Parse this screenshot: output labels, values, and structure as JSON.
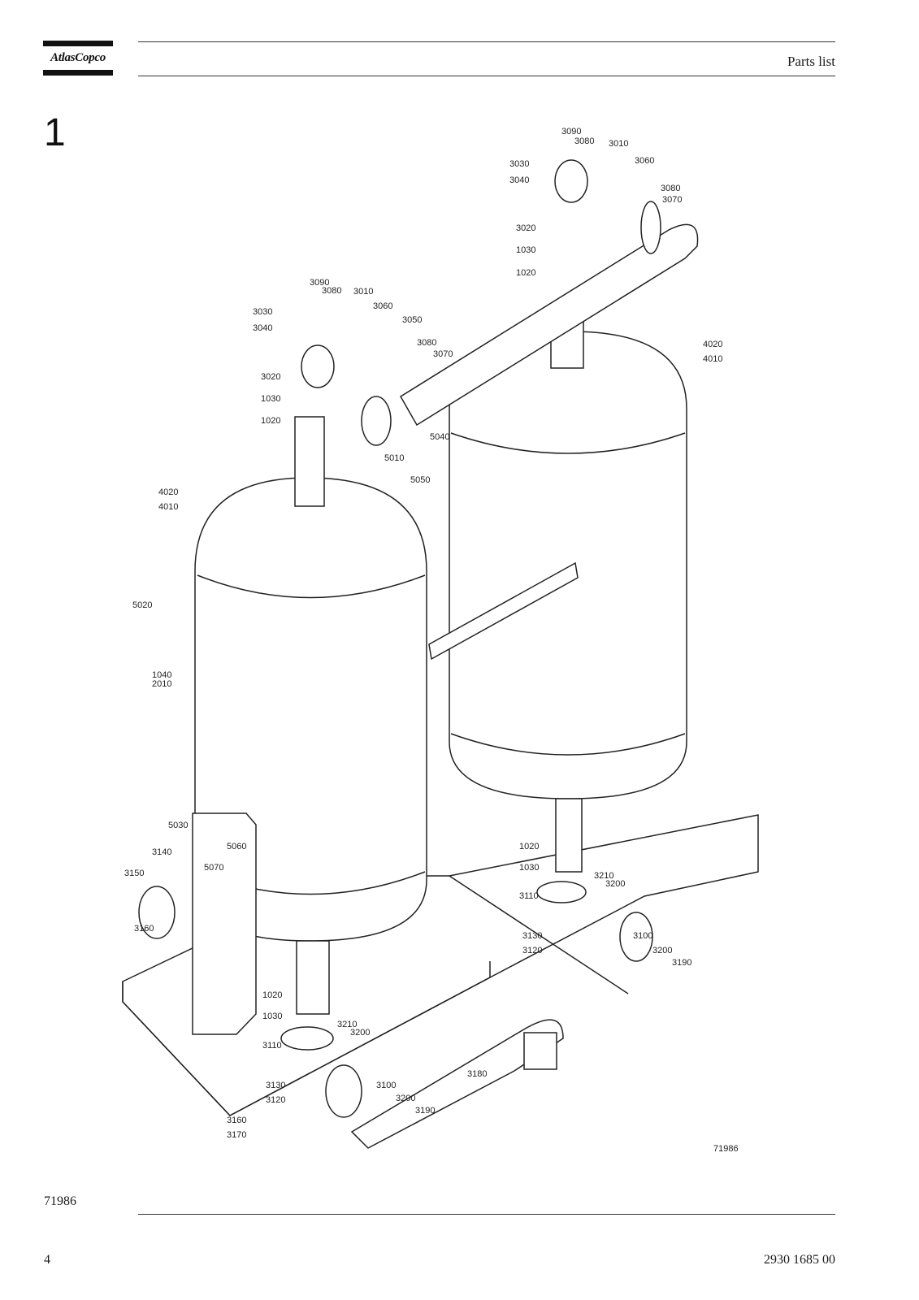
{
  "header": {
    "logo_text": "AtlasCopco",
    "title": "Parts list"
  },
  "section_number": "1",
  "figure": {
    "id_label": "71986",
    "callouts": [
      "3090",
      "3080",
      "3010",
      "3060",
      "3030",
      "3040",
      "3080",
      "3070",
      "3020",
      "1030",
      "1020",
      "3090",
      "3080",
      "3010",
      "3060",
      "3030",
      "3040",
      "3050",
      "3080",
      "3070",
      "3020",
      "1030",
      "1020",
      "4020",
      "4010",
      "5040",
      "5010",
      "5050",
      "4020",
      "4010",
      "5020",
      "1040",
      "2010",
      "5030",
      "5060",
      "5070",
      "3140",
      "3150",
      "3160",
      "1020",
      "1030",
      "3210",
      "3200",
      "3110",
      "3130",
      "3120",
      "3100",
      "3200",
      "3190",
      "1020",
      "1030",
      "3210",
      "3200",
      "3110",
      "3130",
      "3120",
      "3100",
      "3200",
      "3190",
      "3160",
      "3170",
      "3180"
    ]
  },
  "figure_caption": "71986",
  "footer": {
    "page_number": "4",
    "document_number": "2930 1685 00"
  }
}
